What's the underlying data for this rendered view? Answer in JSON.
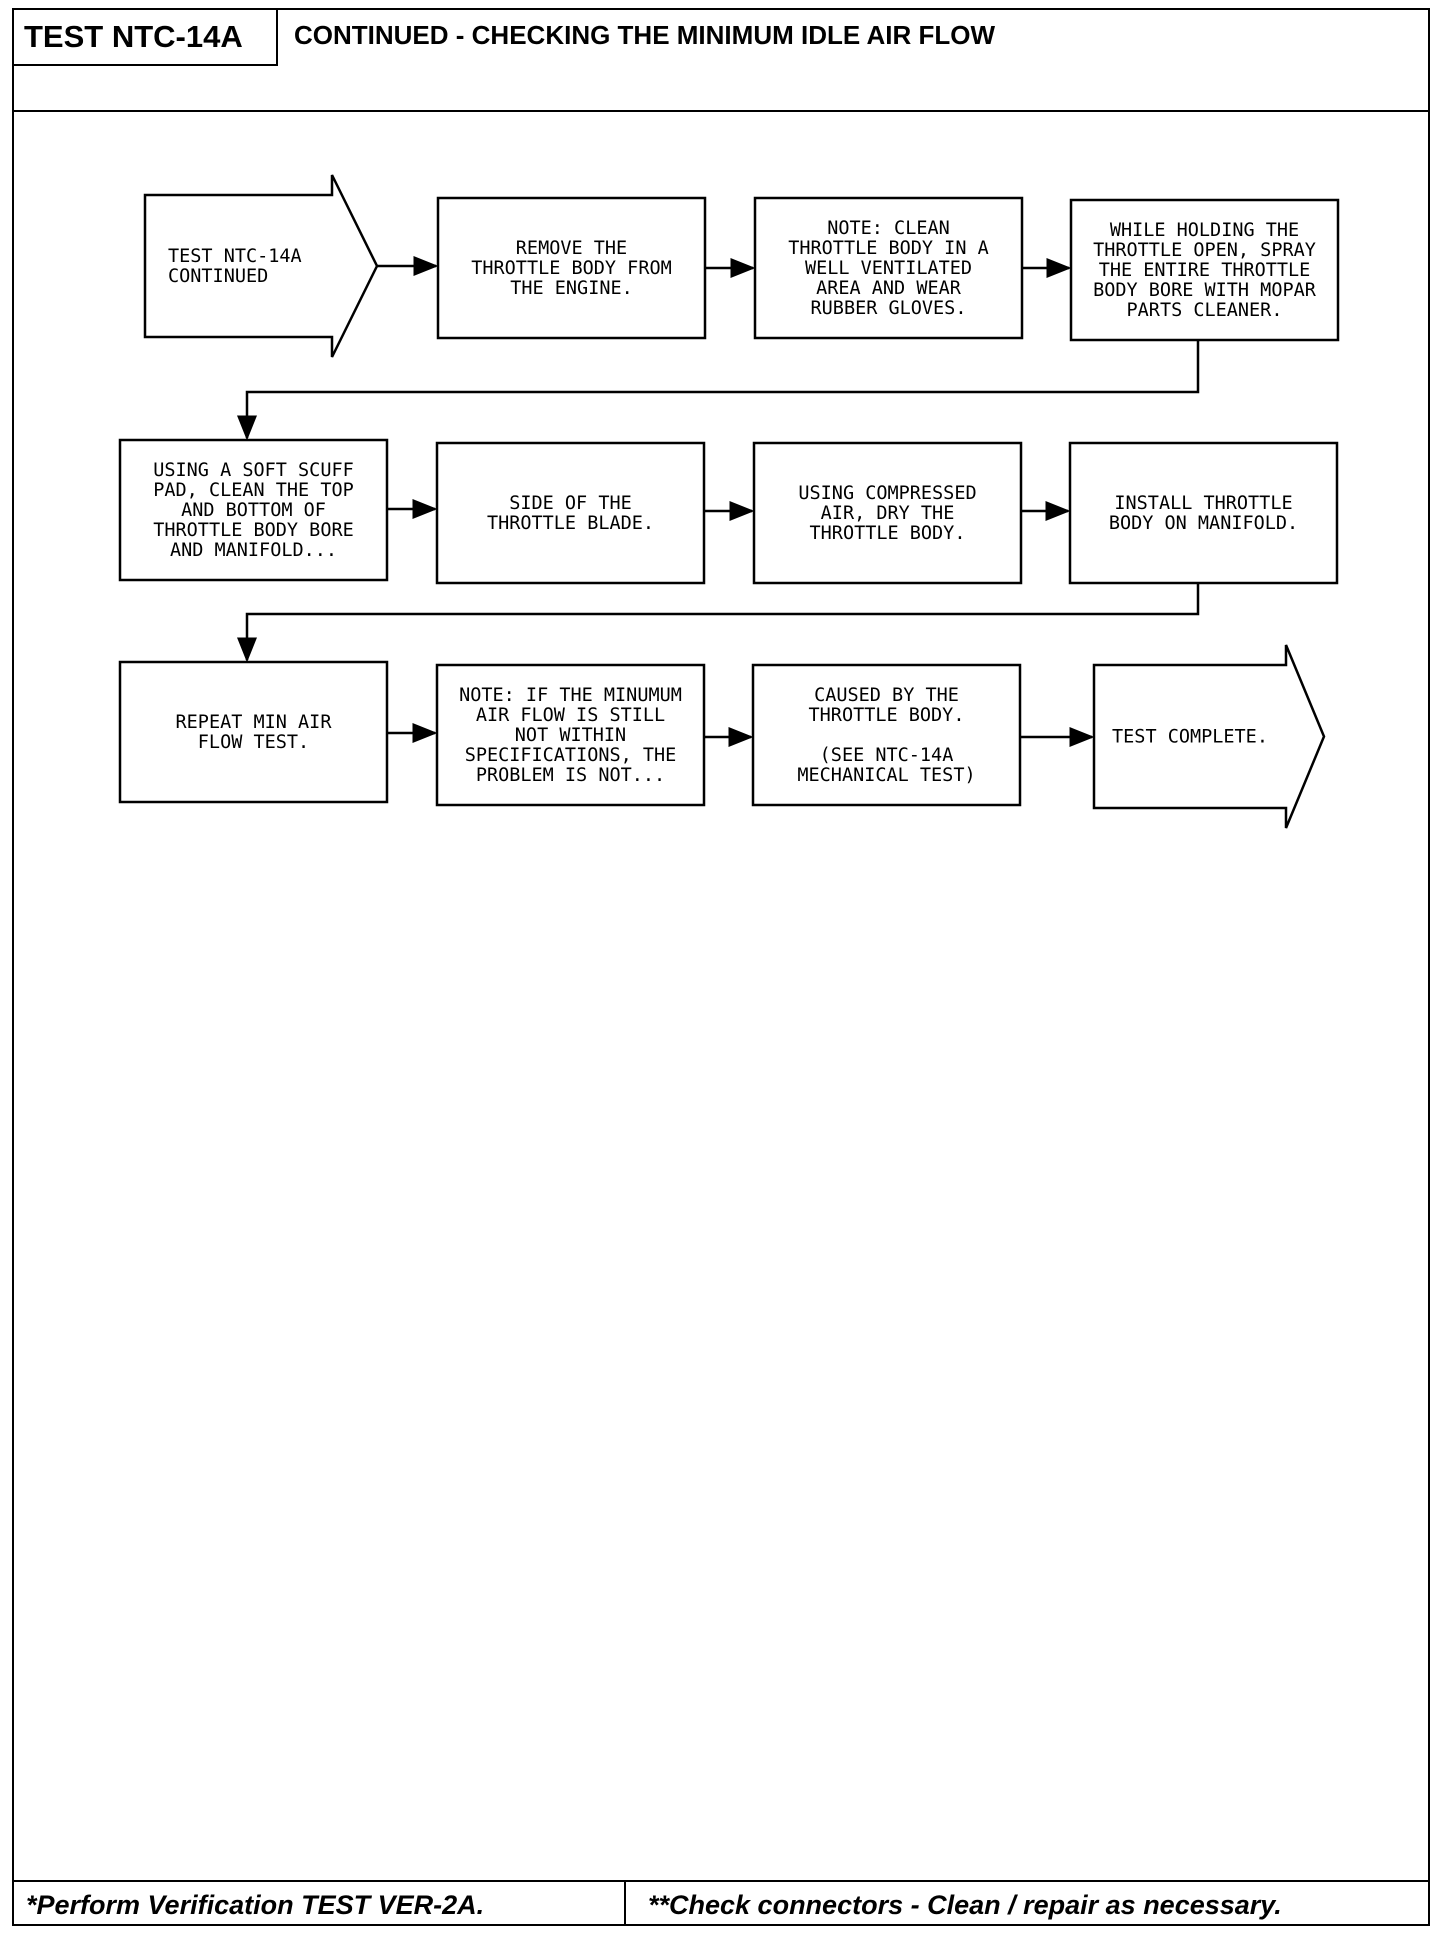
{
  "header": {
    "test_id": "TEST NTC-14A",
    "title": "CONTINUED - CHECKING THE MINIMUM IDLE AIR FLOW"
  },
  "flow": {
    "start": [
      "TEST NTC-14A",
      "CONTINUED"
    ],
    "steps": [
      [
        "REMOVE THE",
        "THROTTLE BODY FROM",
        "THE ENGINE."
      ],
      [
        "NOTE: CLEAN",
        "THROTTLE BODY IN A",
        "WELL VENTILATED",
        "AREA AND WEAR",
        "RUBBER GLOVES."
      ],
      [
        "WHILE HOLDING THE",
        "THROTTLE OPEN, SPRAY",
        "THE ENTIRE THROTTLE",
        "BODY BORE WITH MOPAR",
        "PARTS CLEANER."
      ],
      [
        "USING A SOFT SCUFF",
        "PAD, CLEAN THE TOP",
        "AND BOTTOM OF",
        "THROTTLE BODY BORE",
        "AND MANIFOLD..."
      ],
      [
        "SIDE OF THE",
        "THROTTLE BLADE."
      ],
      [
        "USING COMPRESSED",
        "AIR, DRY THE",
        "THROTTLE BODY."
      ],
      [
        "INSTALL THROTTLE",
        "BODY ON MANIFOLD."
      ],
      [
        "REPEAT MIN AIR",
        "FLOW TEST."
      ],
      [
        "NOTE: IF THE MINUMUM",
        "AIR FLOW IS STILL",
        "NOT WITHIN",
        "SPECIFICATIONS, THE",
        "PROBLEM IS NOT..."
      ],
      [
        "CAUSED BY THE",
        "THROTTLE BODY.",
        "",
        "(SEE NTC-14A",
        "MECHANICAL TEST)"
      ]
    ],
    "end": [
      "TEST COMPLETE."
    ]
  },
  "footer": {
    "left": "*Perform Verification TEST VER-2A.",
    "right": "**Check connectors - Clean / repair as necessary."
  }
}
